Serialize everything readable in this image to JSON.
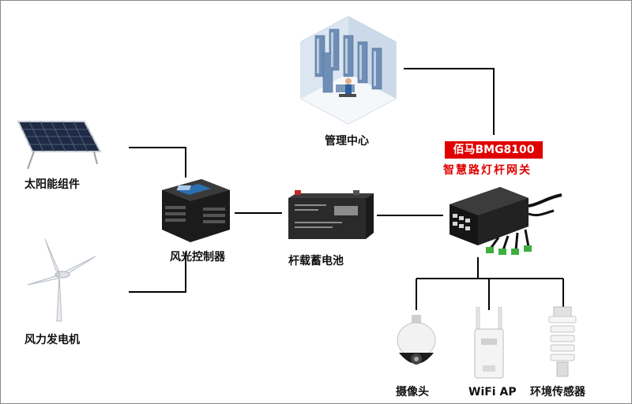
{
  "nodes": {
    "management_center": "管理中心",
    "solar_panel": "太阳能组件",
    "wind_turbine": "风力发电机",
    "wind_solar_controller": "风光控制器",
    "battery": "杆载蓄电池",
    "gateway_model": "佰马BMG8100",
    "gateway_name": "智慧路灯杆网关",
    "camera": "摄像头",
    "wifi_ap": "WiFi AP",
    "env_sensor": "环境传感器"
  },
  "colors": {
    "gateway_tag_bg": "#e00000",
    "gateway_name_text": "#e00000",
    "wire": "#000000"
  }
}
